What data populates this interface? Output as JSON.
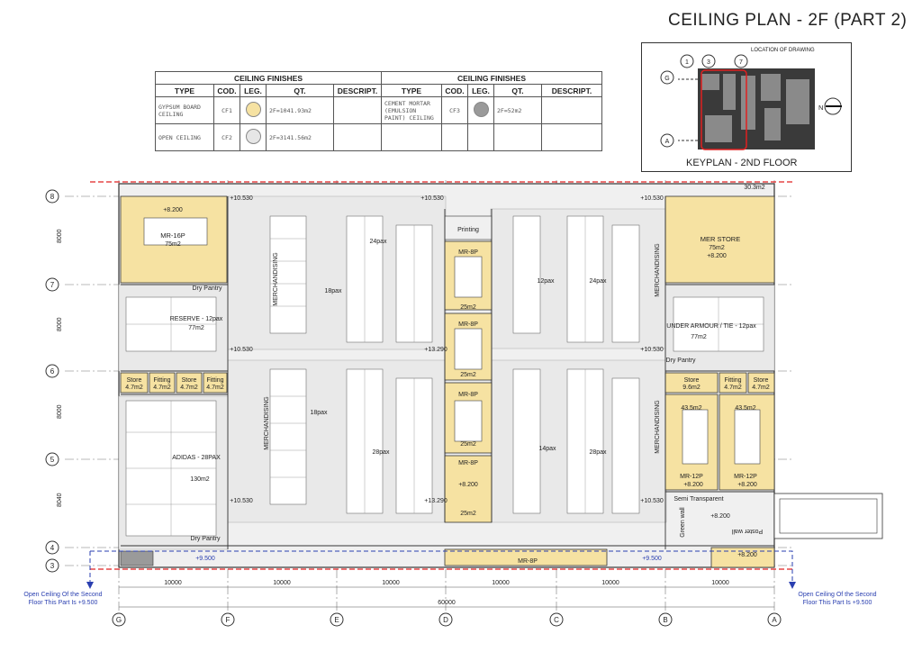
{
  "title": "CEILING PLAN  - 2F  (PART 2)",
  "finishes": {
    "header": "CEILING FINISHES",
    "columns": [
      "TYPE",
      "COD.",
      "LEG.",
      "QT.",
      "DESCRIPT."
    ],
    "left": [
      {
        "type": "GYPSUM BOARD CEILING",
        "code": "CF1",
        "qt": "2F=1041.93m2",
        "color": "#f6e2a2"
      },
      {
        "type": "OPEN CEILING",
        "code": "CF2",
        "qt": "2F=3141.56m2",
        "color": "#e6e6e6"
      }
    ],
    "right": [
      {
        "type": "CEMENT MORTAR (EMULSION PAINT) CEILING",
        "code": "CF3",
        "qt": "2F=52m2",
        "color": "#9a9a9a"
      }
    ]
  },
  "keyplan": {
    "caption": "KEYPLAN - 2ND FLOOR",
    "location_label": "LOCATION OF DRAWING",
    "grid": [
      "1",
      "3",
      "7",
      "G",
      "A"
    ],
    "north": "N"
  },
  "grid": {
    "rows": [
      "8",
      "7",
      "6",
      "5",
      "4",
      "3"
    ],
    "cols": [
      "G",
      "F",
      "E",
      "D",
      "C",
      "B",
      "A"
    ],
    "row_dims": [
      "8000",
      "8000",
      "8000",
      "8040"
    ],
    "col_dims": [
      "10000",
      "10000",
      "10000",
      "10000",
      "10000",
      "10000"
    ],
    "total": "60000"
  },
  "rooms": {
    "mr16": "MR-16P",
    "mr16_area": "75m2",
    "dry_pantry_top": "Dry Pantry",
    "reserve": "RESERVE - 12pax",
    "reserve_area": "77m2",
    "store1": "Store",
    "store1_area": "4.7m2",
    "fitting1": "Fitting",
    "fitting1_area": "4.7m2",
    "store2": "Store",
    "store2_area": "4.7m2",
    "fitting2": "Fitting",
    "fitting2_area": "4.7m2",
    "adidas": "ADIDAS - 28PAX",
    "adidas_area": "130m2",
    "dry_pantry_bottom": "Dry Pantry",
    "printing": "Printing",
    "mr8": "MR-8P",
    "mr8_area": "25m2",
    "mr8_bottom": "MR-8P",
    "mer_store": "MER STORE",
    "mer_store_area": "75m2",
    "under_armour": "UNDER ARMOUR / TIE - 12pax",
    "under_armour_area": "77m2",
    "dry_pantry_right": "Dry Pantry",
    "store_right": "Store",
    "store_right_area": "9.6m2",
    "fitting_right": "Fitting",
    "fitting_right_area": "4.7m2",
    "store_right2": "Store",
    "store_right2_area": "4.7m2",
    "mr12a": "MR-12P",
    "mr12b": "MR-12P",
    "mr12_area": "43.5m2",
    "area_30": "30.3m2",
    "semi_transparent": "Semi Transparent",
    "green_wall": "Green wall",
    "poster_wall": "Poster wall",
    "merchandising": "MERCHANDISING",
    "pax_24": "24pax",
    "pax_18": "18pax",
    "pax_12": "12pax",
    "pax_28": "28pax",
    "pax_14": "14pax"
  },
  "levels": {
    "l8200": "+8.200",
    "l10530": "+10.530",
    "l13290": "+13.290",
    "l9500": "+9.500"
  },
  "notes": {
    "open_ceiling_line1": "Open Ceiling Of the Second",
    "open_ceiling_line2": "Floor This Part Is +9.500"
  }
}
